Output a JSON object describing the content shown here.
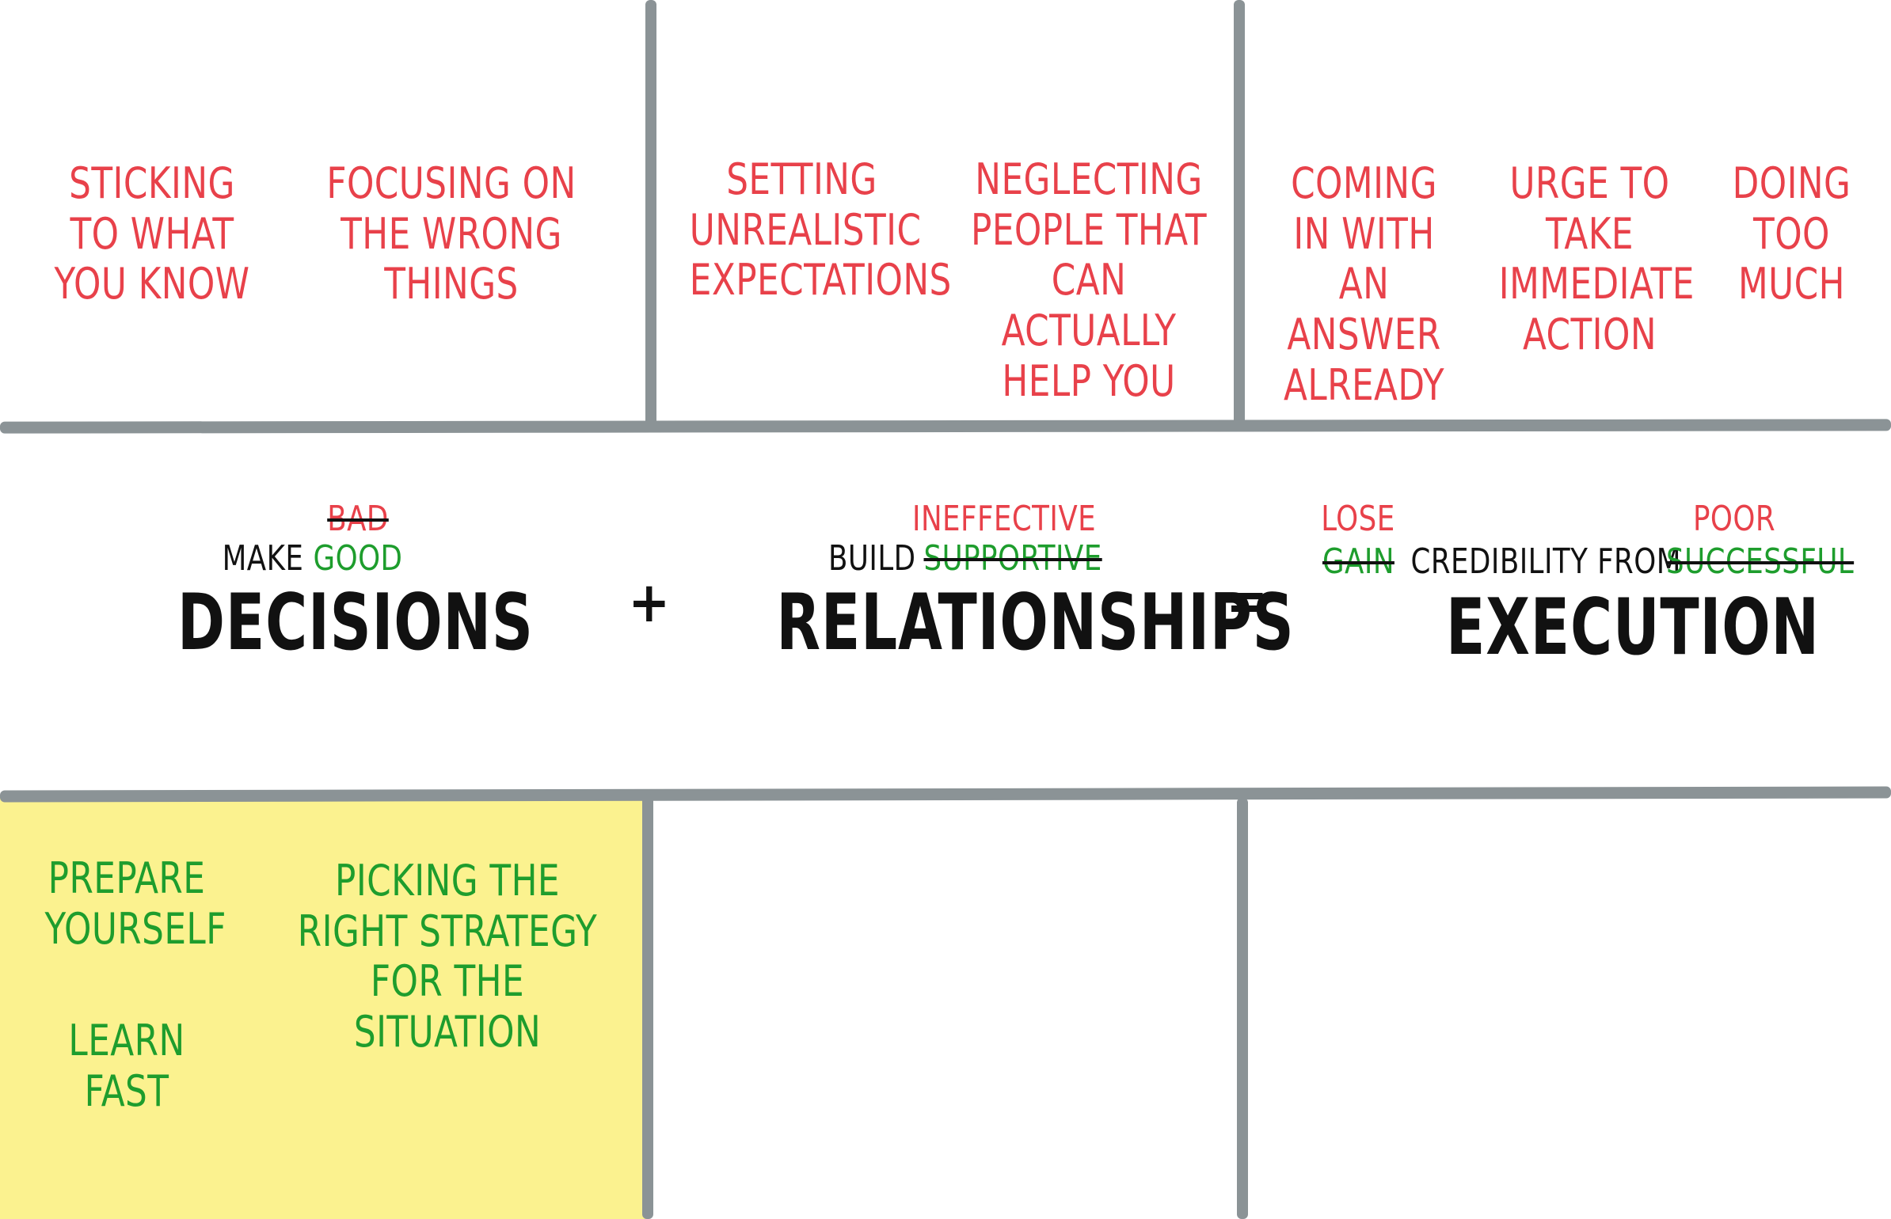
{
  "colors": {
    "pitfall_red": "#e8414a",
    "positive_green": "#1e9d2d",
    "ink_black": "#111111",
    "grid_gray": "#8b9396",
    "highlight_yellow": "#fbf28f"
  },
  "top_row": {
    "cell_1": {
      "items": [
        "STICKING TO WHAT YOU KNOW",
        "FOCUSING ON THE WRONG THINGS"
      ]
    },
    "cell_2": {
      "items": [
        "SETTING UNREALISTIC EXPECTATIONS",
        "NEGLECTING PEOPLE THAT CAN ACTUALLY HELP YOU"
      ]
    },
    "cell_3": {
      "items": [
        "COMING IN WITH AN ANSWER ALREADY",
        "URGE TO TAKE IMMEDIATE ACTION",
        "DOING TOO MUCH"
      ]
    }
  },
  "equation": {
    "decisions": {
      "prefix": "MAKE",
      "crossed_word": "BAD",
      "qualifier": "GOOD",
      "word": "DECISIONS"
    },
    "plus": "+",
    "relationships": {
      "prefix": "BUILD",
      "replacement": "INEFFECTIVE",
      "crossed_word": "SUPPORTIVE",
      "word": "RELATIONSHIPS"
    },
    "equals": "=",
    "execution": {
      "replacement_1": "LOSE",
      "crossed_word_1": "GAIN",
      "middle": "CREDIBILITY FROM",
      "replacement_2": "POOR",
      "crossed_word_2": "SUCCESSFUL",
      "word": "EXECUTION"
    }
  },
  "bottom_row": {
    "cell_1": {
      "items": [
        "PREPARE YOURSELF",
        "LEARN FAST",
        "PICKING THE RIGHT STRATEGY FOR THE SITUATION"
      ]
    }
  }
}
